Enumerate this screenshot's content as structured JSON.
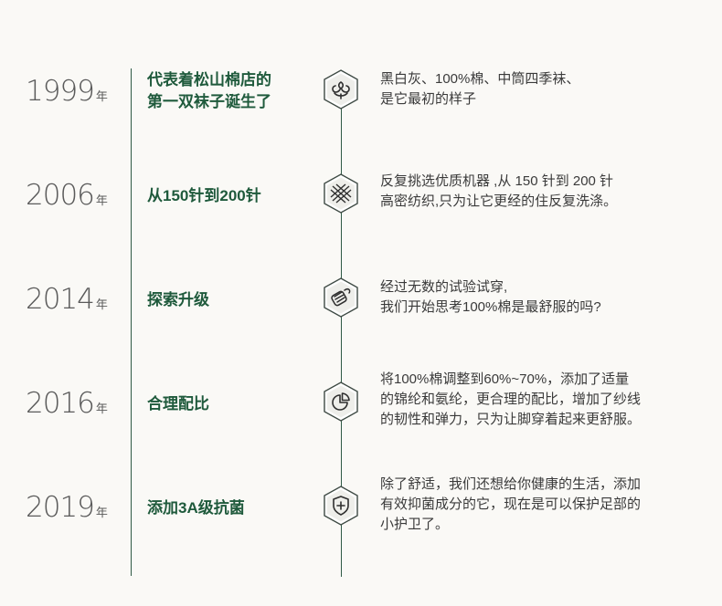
{
  "nian_label": "年",
  "milestones": [
    {
      "year": "1999",
      "title_line1": "代表着松山棉店的",
      "title_line2": "第一双袜子诞生了",
      "desc_line1": "黑白灰、100%棉、中筒四季袜、",
      "desc_line2": "是它最初的样子",
      "desc_line3": "",
      "icon": "cotton-flower-icon"
    },
    {
      "year": "2006",
      "title_line1": "从150针到200针",
      "title_line2": "",
      "desc_line1": "反复挑选优质机器 ,从 150 针到 200 针",
      "desc_line2": "高密纺织,只为让它更经的住反复洗涤。",
      "desc_line3": "",
      "icon": "knit-mesh-icon"
    },
    {
      "year": "2014",
      "title_line1": "探索升级",
      "title_line2": "",
      "desc_line1": "经过无数的试验试穿,",
      "desc_line2": "我们开始思考100%棉是最舒服的吗?",
      "desc_line3": "",
      "icon": "yarn-spool-icon"
    },
    {
      "year": "2016",
      "title_line1": "合理配比",
      "title_line2": "",
      "desc_line1": "将100%棉调整到60%~70%，添加了适量",
      "desc_line2": "的锦纶和氨纶，更合理的配比，增加了纱线",
      "desc_line3": "的韧性和弹力，只为让脚穿着起来更舒服。",
      "icon": "pie-chart-icon"
    },
    {
      "year": "2019",
      "title_line1": "添加3A级抗菌",
      "title_line2": "",
      "desc_line1": "除了舒适，我们还想给你健康的生活，添加",
      "desc_line2": "有效抑菌成分的它，现在是可以保护足部的",
      "desc_line3": "小护卫了。",
      "icon": "shield-plus-icon"
    }
  ]
}
